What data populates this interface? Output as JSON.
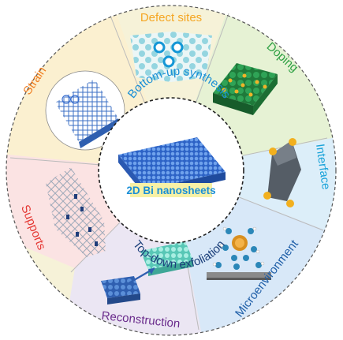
{
  "segments": [
    {
      "label": "Defect sites",
      "color": "#f5a623"
    },
    {
      "label": "Doping",
      "color": "#2ea043"
    },
    {
      "label": "Interface",
      "color": "#1aa3d9"
    },
    {
      "label": "Microenvironment",
      "color": "#1f5fa8"
    },
    {
      "label": "Reconstruction",
      "color": "#6a2c8c"
    },
    {
      "label": "Supports",
      "color": "#e53935"
    },
    {
      "label": "Strain",
      "color": "#f07c1e"
    }
  ],
  "center": {
    "top_arc": "Bottom-up synthesis",
    "title": "2D Bi nanosheets",
    "bottom_arc": "Top-down exfoliation"
  }
}
